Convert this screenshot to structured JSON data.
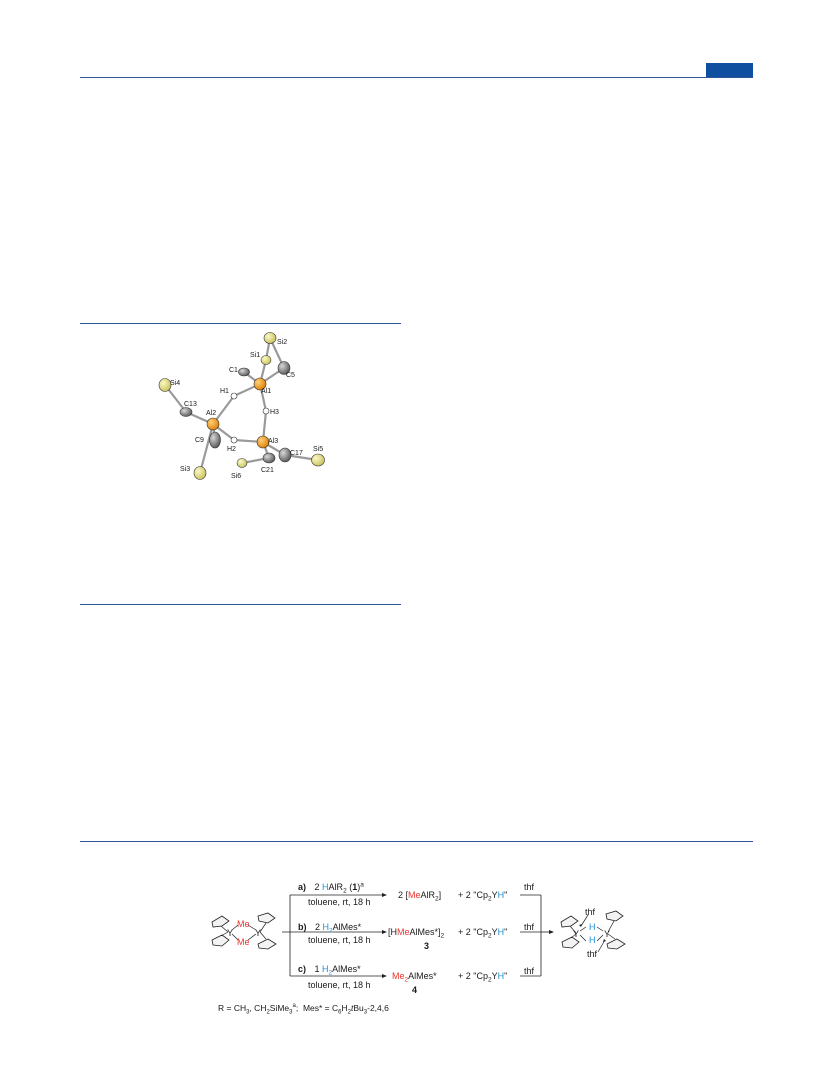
{
  "figure": {
    "atoms": {
      "si2": "Si2",
      "si1": "Si1",
      "c1": "C1",
      "c5": "C5",
      "al1": "Al1",
      "h1": "H1",
      "si4": "Si4",
      "c13": "C13",
      "al2": "Al2",
      "h3": "H3",
      "c9": "C9",
      "h2": "H2",
      "al3": "Al3",
      "si5": "Si5",
      "c17": "C17",
      "si3": "Si3",
      "si6": "Si6",
      "c21": "C21"
    }
  },
  "scheme": {
    "reactant": {
      "me_top": "Me",
      "me_bottom": "Me",
      "y_left": "Y",
      "y_right": "Y"
    },
    "rows": [
      {
        "label": "a)",
        "reagent_prefix": "2 ",
        "reagent_h": "H",
        "reagent_main": "AlR",
        "reagent_sub": "2",
        "reagent_compound": "1",
        "reagent_sup": "a",
        "conditions": "toluene, rt, 18 h",
        "product_prefix": "2 [",
        "product_me": "Me",
        "product_main": "AlR",
        "product_sub": "2",
        "product_suffix": "]",
        "yh_prefix": "+  2 \"Cp",
        "yh_sub": "2",
        "yh_y": "Y",
        "yh_h": "H",
        "yh_suffix": "\"",
        "thf": "thf"
      },
      {
        "label": "b)",
        "reagent_prefix": "2 ",
        "reagent_h": "H",
        "reagent_sub": "2",
        "reagent_main": "AlMes*",
        "conditions": "toluene, rt, 18 h",
        "product_prefix": "[H",
        "product_me": "Me",
        "product_main": "AlMes*]",
        "product_sub": "2",
        "product_number": "3",
        "yh_prefix": "+  2 \"Cp",
        "yh_sub": "2",
        "yh_y": "Y",
        "yh_h": "H",
        "yh_suffix": "\"",
        "thf": "thf"
      },
      {
        "label": "c)",
        "reagent_prefix": "1 ",
        "reagent_h": "H",
        "reagent_sub": "2",
        "reagent_main": "AlMes*",
        "conditions": "toluene, rt, 18 h",
        "product_me": "Me",
        "product_sub": "2",
        "product_main": "AlMes*",
        "product_number": "4",
        "yh_prefix": "+  2 \"Cp",
        "yh_sub": "2",
        "yh_y": "Y",
        "yh_h": "H",
        "yh_suffix": "\"",
        "thf": "thf"
      }
    ],
    "product": {
      "thf_top": "thf",
      "thf_bottom": "thf",
      "h_top": "H",
      "h_bottom": "H",
      "y_left": "Y",
      "y_right": "Y"
    },
    "footnote": {
      "r_def": "R = CH",
      "r_sub1": "3",
      "r_mid": ", CH",
      "r_sub2": "2",
      "r_sime": "SiMe",
      "r_sub3": "3",
      "r_sup": "a",
      "r_sep": ";  ",
      "mes_def": "Mes* = C",
      "mes_sub1": "6",
      "mes_h": "H",
      "mes_sub2": "2",
      "mes_t": "t",
      "mes_bu": "Bu",
      "mes_sub3": "3",
      "mes_tail": "-2,4,6"
    }
  },
  "colors": {
    "rule": "#2f5597",
    "tab": "#0f4fa0",
    "red": "#e8332f",
    "blue": "#1f8fd0",
    "al": "#f09a1a",
    "si": "#e6e07a",
    "c": "#8a8a8a"
  }
}
